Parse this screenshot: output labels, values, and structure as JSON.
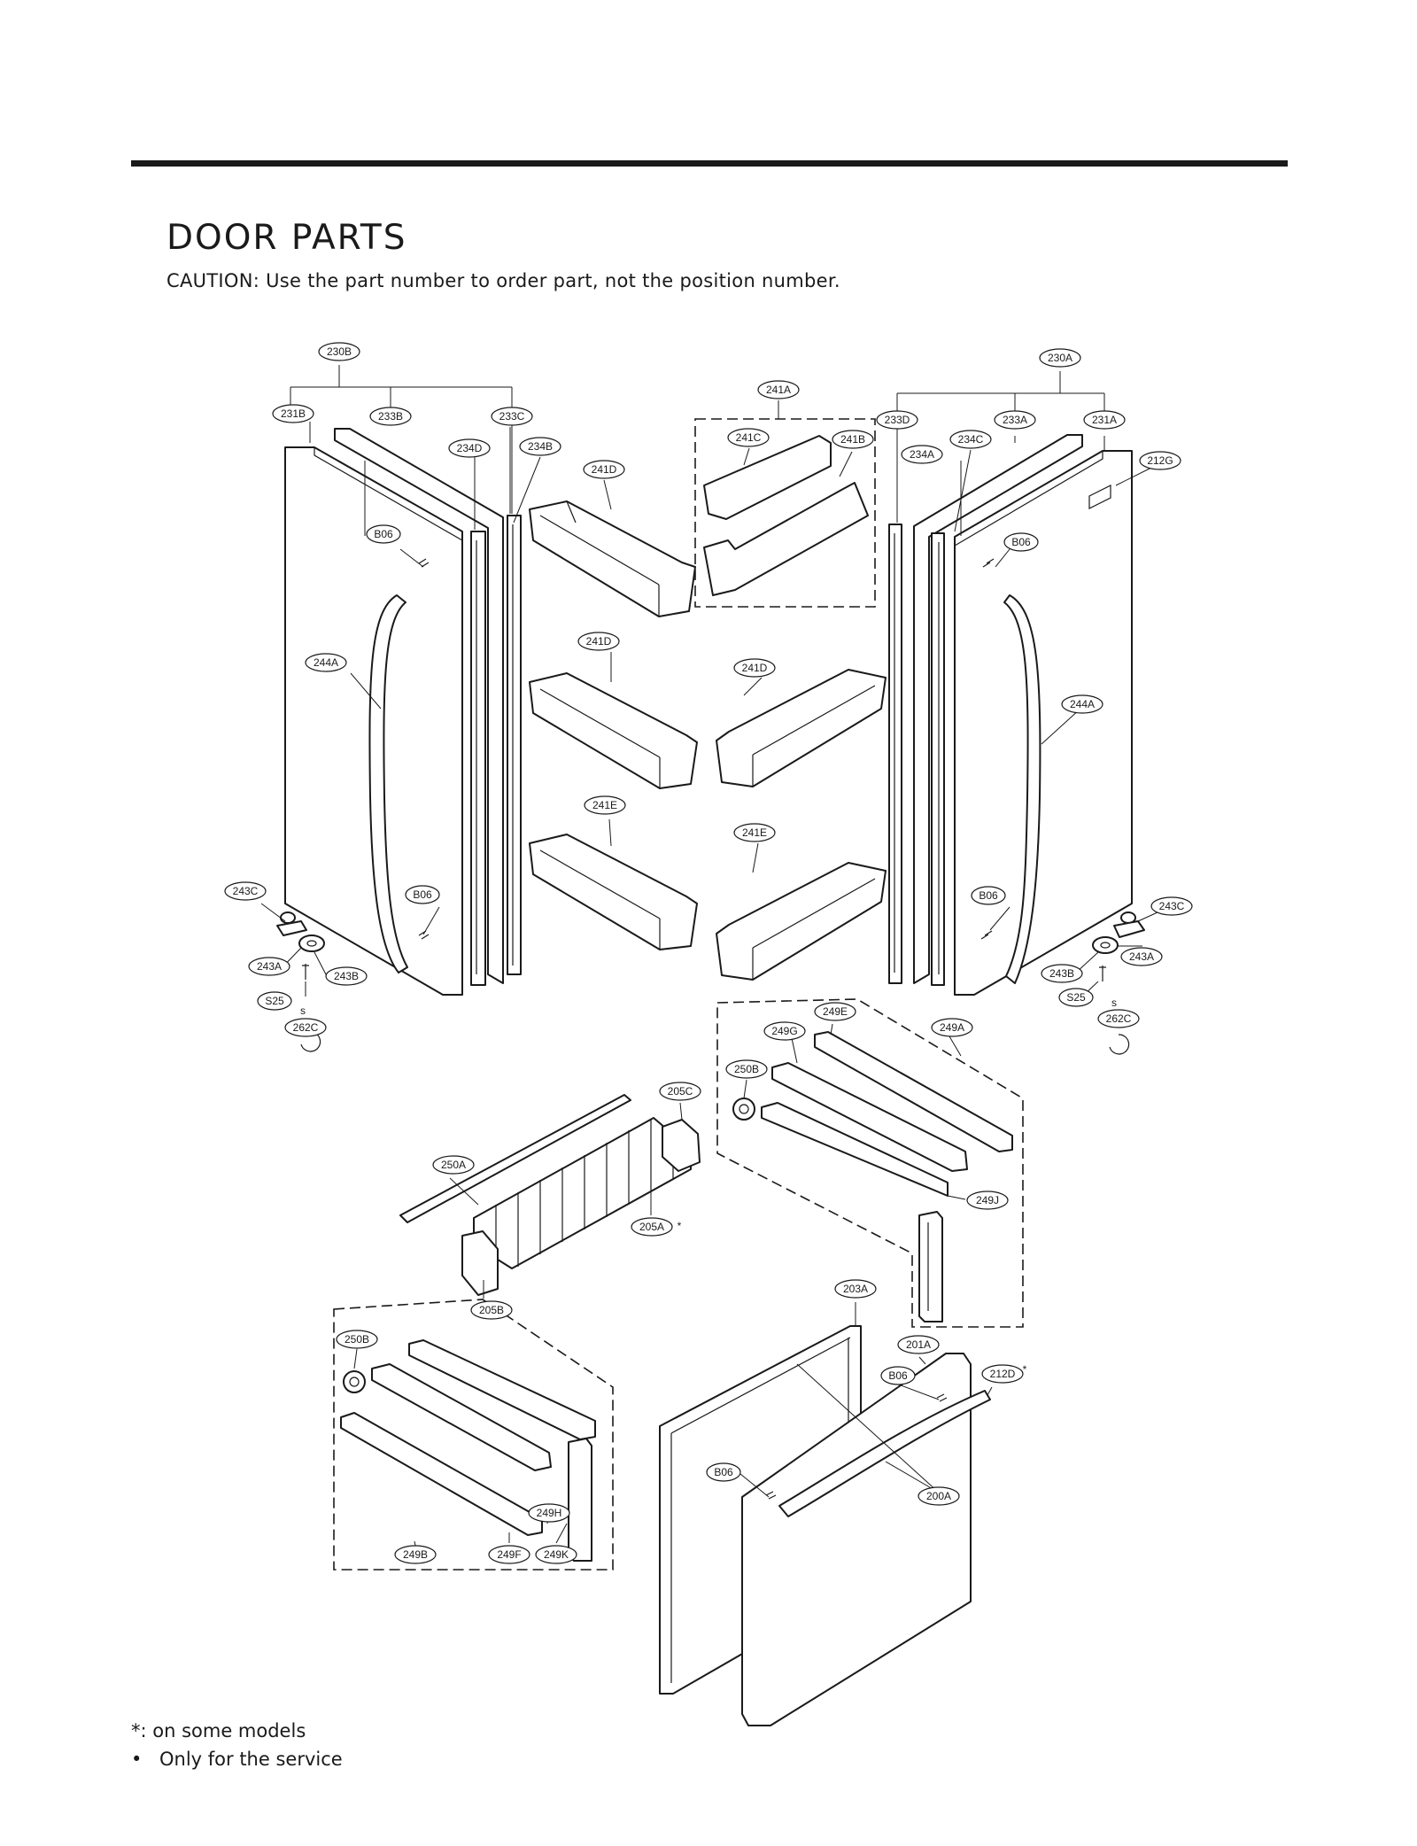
{
  "header": {
    "title": "DOOR PARTS",
    "caution": "CAUTION: Use the part number to order part, not the position number."
  },
  "footer": {
    "note_models": "*: on some models",
    "bullet": "•",
    "note_service": "Only for the service"
  },
  "labels": {
    "l230B": "230B",
    "l231B": "231B",
    "l233B": "233B",
    "l233C": "233C",
    "l234D": "234D",
    "l234B": "234B",
    "l241A": "241A",
    "l241C": "241C",
    "l241B": "241B",
    "l241D_top": "241D",
    "l230A": "230A",
    "l233D": "233D",
    "l233A": "233A",
    "l231A": "231A",
    "l234A": "234A",
    "l234C": "234C",
    "l212G": "212G",
    "lB06_ul": "B06",
    "lB06_ur": "B06",
    "lB06_ll": "B06",
    "lB06_lr": "B06",
    "l244A_l": "244A",
    "l244A_r": "244A",
    "l241D_ml": "241D",
    "l241D_mr": "241D",
    "l241E_l": "241E",
    "l241E_r": "241E",
    "l243C_l": "243C",
    "l243A_l": "243A",
    "l243B_l": "243B",
    "lS25_l": "S25",
    "ls_l": "s",
    "l262C_l": "262C",
    "l243C_r": "243C",
    "l243A_r": "243A",
    "l243B_r": "243B",
    "lS25_r": "S25",
    "ls_r": "s",
    "l262C_r": "262C",
    "l249E": "249E",
    "l249G": "249G",
    "l249A": "249A",
    "l250B_r": "250B",
    "l249J": "249J",
    "l205C": "205C",
    "l250A": "250A",
    "l205A": "205A",
    "l205A_star": "*",
    "l205B": "205B",
    "l203A": "203A",
    "l201A": "201A",
    "lB06_fr": "B06",
    "l212D": "212D",
    "l212D_star": "*",
    "lB06_fl": "B06",
    "l200A": "200A",
    "l250B_l": "250B",
    "l249H": "249H",
    "l249B": "249B",
    "l249F": "249F",
    "l249K": "249K"
  }
}
